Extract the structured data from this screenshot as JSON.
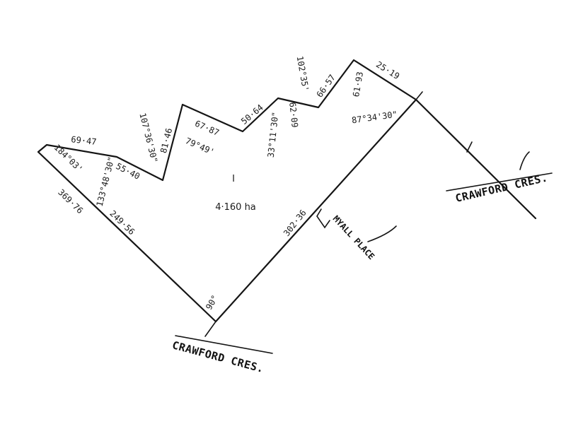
{
  "lot": {
    "area": "4·160 ha",
    "lot_label": "I"
  },
  "streets": {
    "crawford_bottom": "CRAWFORD CRES.",
    "crawford_right": "CRAWFORD CRES.",
    "myall": "MYALL PLACE"
  },
  "dimensions": {
    "d_369_76": "369·76",
    "d_249_56": "249·56",
    "d_69_47": "69·47",
    "d_55_40": "55·40",
    "d_81_46": "81·46",
    "d_67_87": "67·87",
    "d_50_64": "50·64",
    "d_62_09": "62·09",
    "d_66_57": "66·57",
    "d_61_93": "61·93",
    "d_25_19": "25·19",
    "d_302_36": "302·36"
  },
  "bearings": {
    "b_184_03": "184°03'",
    "b_133_48": "133°48'30\"",
    "b_107_36": "107°36'30\"",
    "b_79_49": "79°49'",
    "b_33_11": "33°11'30\"",
    "b_102_35": "102°35'",
    "b_87_34": "87°34'30\"",
    "b_90": "90°"
  }
}
